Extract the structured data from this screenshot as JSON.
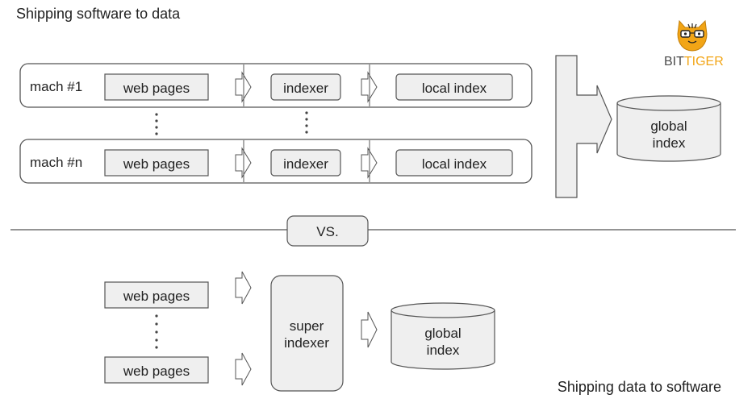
{
  "top_title": "Shipping software to data",
  "bottom_title": "Shipping data to software",
  "logo": {
    "text_bit": "BIT",
    "text_tiger": "TIGER",
    "color_bit": "#4a4a4a",
    "color_tiger": "#f2a516",
    "mascot": "tiger-mascot-icon"
  },
  "top_flow": {
    "machines": [
      {
        "label": "mach #1",
        "stages": [
          "web pages",
          "indexer",
          "local index"
        ]
      },
      {
        "label": "mach #n",
        "stages": [
          "web pages",
          "indexer",
          "local index"
        ]
      }
    ],
    "output": {
      "line1": "global",
      "line2": "index"
    }
  },
  "divider": {
    "label": "VS."
  },
  "bottom_flow": {
    "sources": [
      "web pages",
      "web pages"
    ],
    "processor": {
      "line1": "super",
      "line2": "indexer"
    },
    "output": {
      "line1": "global",
      "line2": "index"
    }
  },
  "colors": {
    "box_fill": "#efefef",
    "stroke": "#555555",
    "text": "#222222",
    "frame_fill": "#ffffff"
  }
}
